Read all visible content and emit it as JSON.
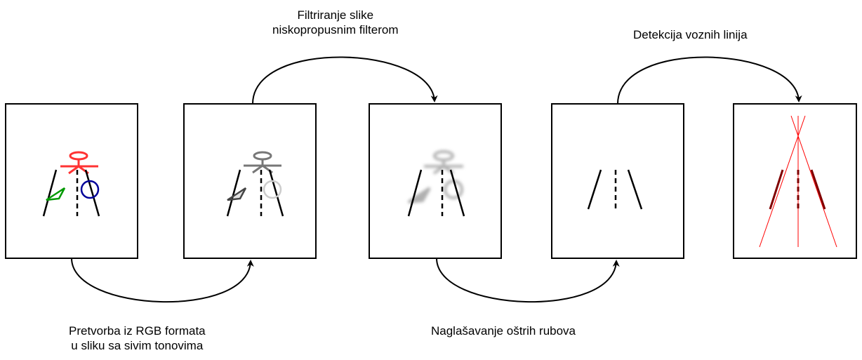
{
  "steps": [
    {
      "label_lines": [
        "Pretvorba iz RGB formata",
        "u sliku sa sivim tonovima"
      ]
    },
    {
      "label_lines": [
        "Filtriranje slike",
        "niskopropusnim filterom"
      ]
    },
    {
      "label_lines": [
        "Naglašavanje oštrih rubova"
      ]
    },
    {
      "label_lines": [
        "Detekcija voznih linija"
      ]
    }
  ],
  "colors": {
    "person_original": "#ff3333",
    "triangle_original": "#009900",
    "circle_original": "#000099",
    "gray_dark": "#777777",
    "gray_light": "#cccccc",
    "blur_gray": "#b0b0b0",
    "lane_overlay": "#ff0000",
    "lane_highlight": "#800000"
  }
}
